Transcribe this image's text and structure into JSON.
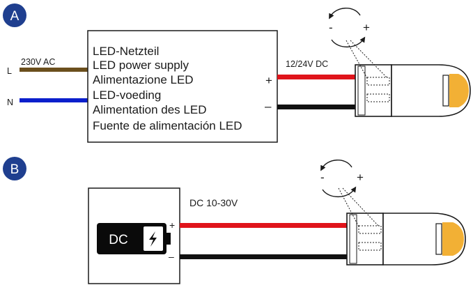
{
  "panel_a": {
    "badge": "A",
    "input_label": "230V AC",
    "line_l": "L",
    "line_n": "N",
    "psu_lines": [
      "LED-Netzteil",
      "LED power supply",
      "Alimentazione LED",
      "LED-voeding",
      "Alimentation des LED",
      "Fuente de alimentación LED"
    ],
    "plus": "+",
    "minus": "–",
    "output_label": "12/24V DC",
    "dial_minus": "-",
    "dial_plus": "+"
  },
  "panel_b": {
    "badge": "B",
    "battery_label": "DC",
    "plus": "+",
    "minus": "–",
    "output_label": "DC 10-30V",
    "dial_minus": "-",
    "dial_plus": "+"
  },
  "colors": {
    "badge": "#1f3f8f",
    "wire_live": "#6b4f1d",
    "wire_neutral": "#0b1fcc",
    "wire_positive": "#e0141b",
    "wire_negative": "#111111",
    "lamp_lens": "#f2b035"
  }
}
